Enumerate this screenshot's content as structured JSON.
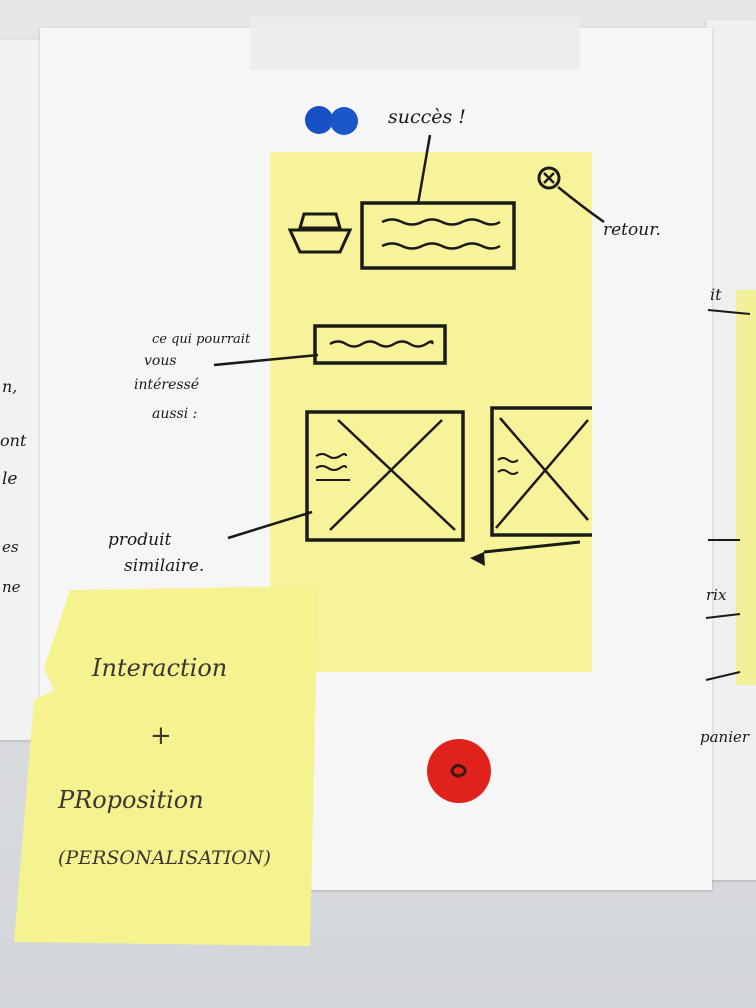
{
  "sketch": {
    "success_label": "succès !",
    "back_label": "retour.",
    "suggestion_label_lines": [
      "ce qui pourrait",
      "vous",
      "intéressé",
      "aussi :"
    ],
    "similar_label_lines": [
      "produit",
      "similaire."
    ]
  },
  "sticky_note": {
    "line1": "Interaction",
    "line2": "+",
    "line3": "PRoposition",
    "line4": "(PERSONALISATION)"
  },
  "left_sheet_fragments": [
    "n,",
    "ont",
    "le",
    "es",
    "ne"
  ],
  "right_sheet_fragments": [
    "it",
    "rix",
    "panier"
  ],
  "colors": {
    "sticky_yellow": "#f6f39a",
    "note_yellow": "#f4f38f",
    "dot_blue": "#1650c4",
    "dot_red": "#e0211c",
    "ink": "#1c1a17"
  }
}
